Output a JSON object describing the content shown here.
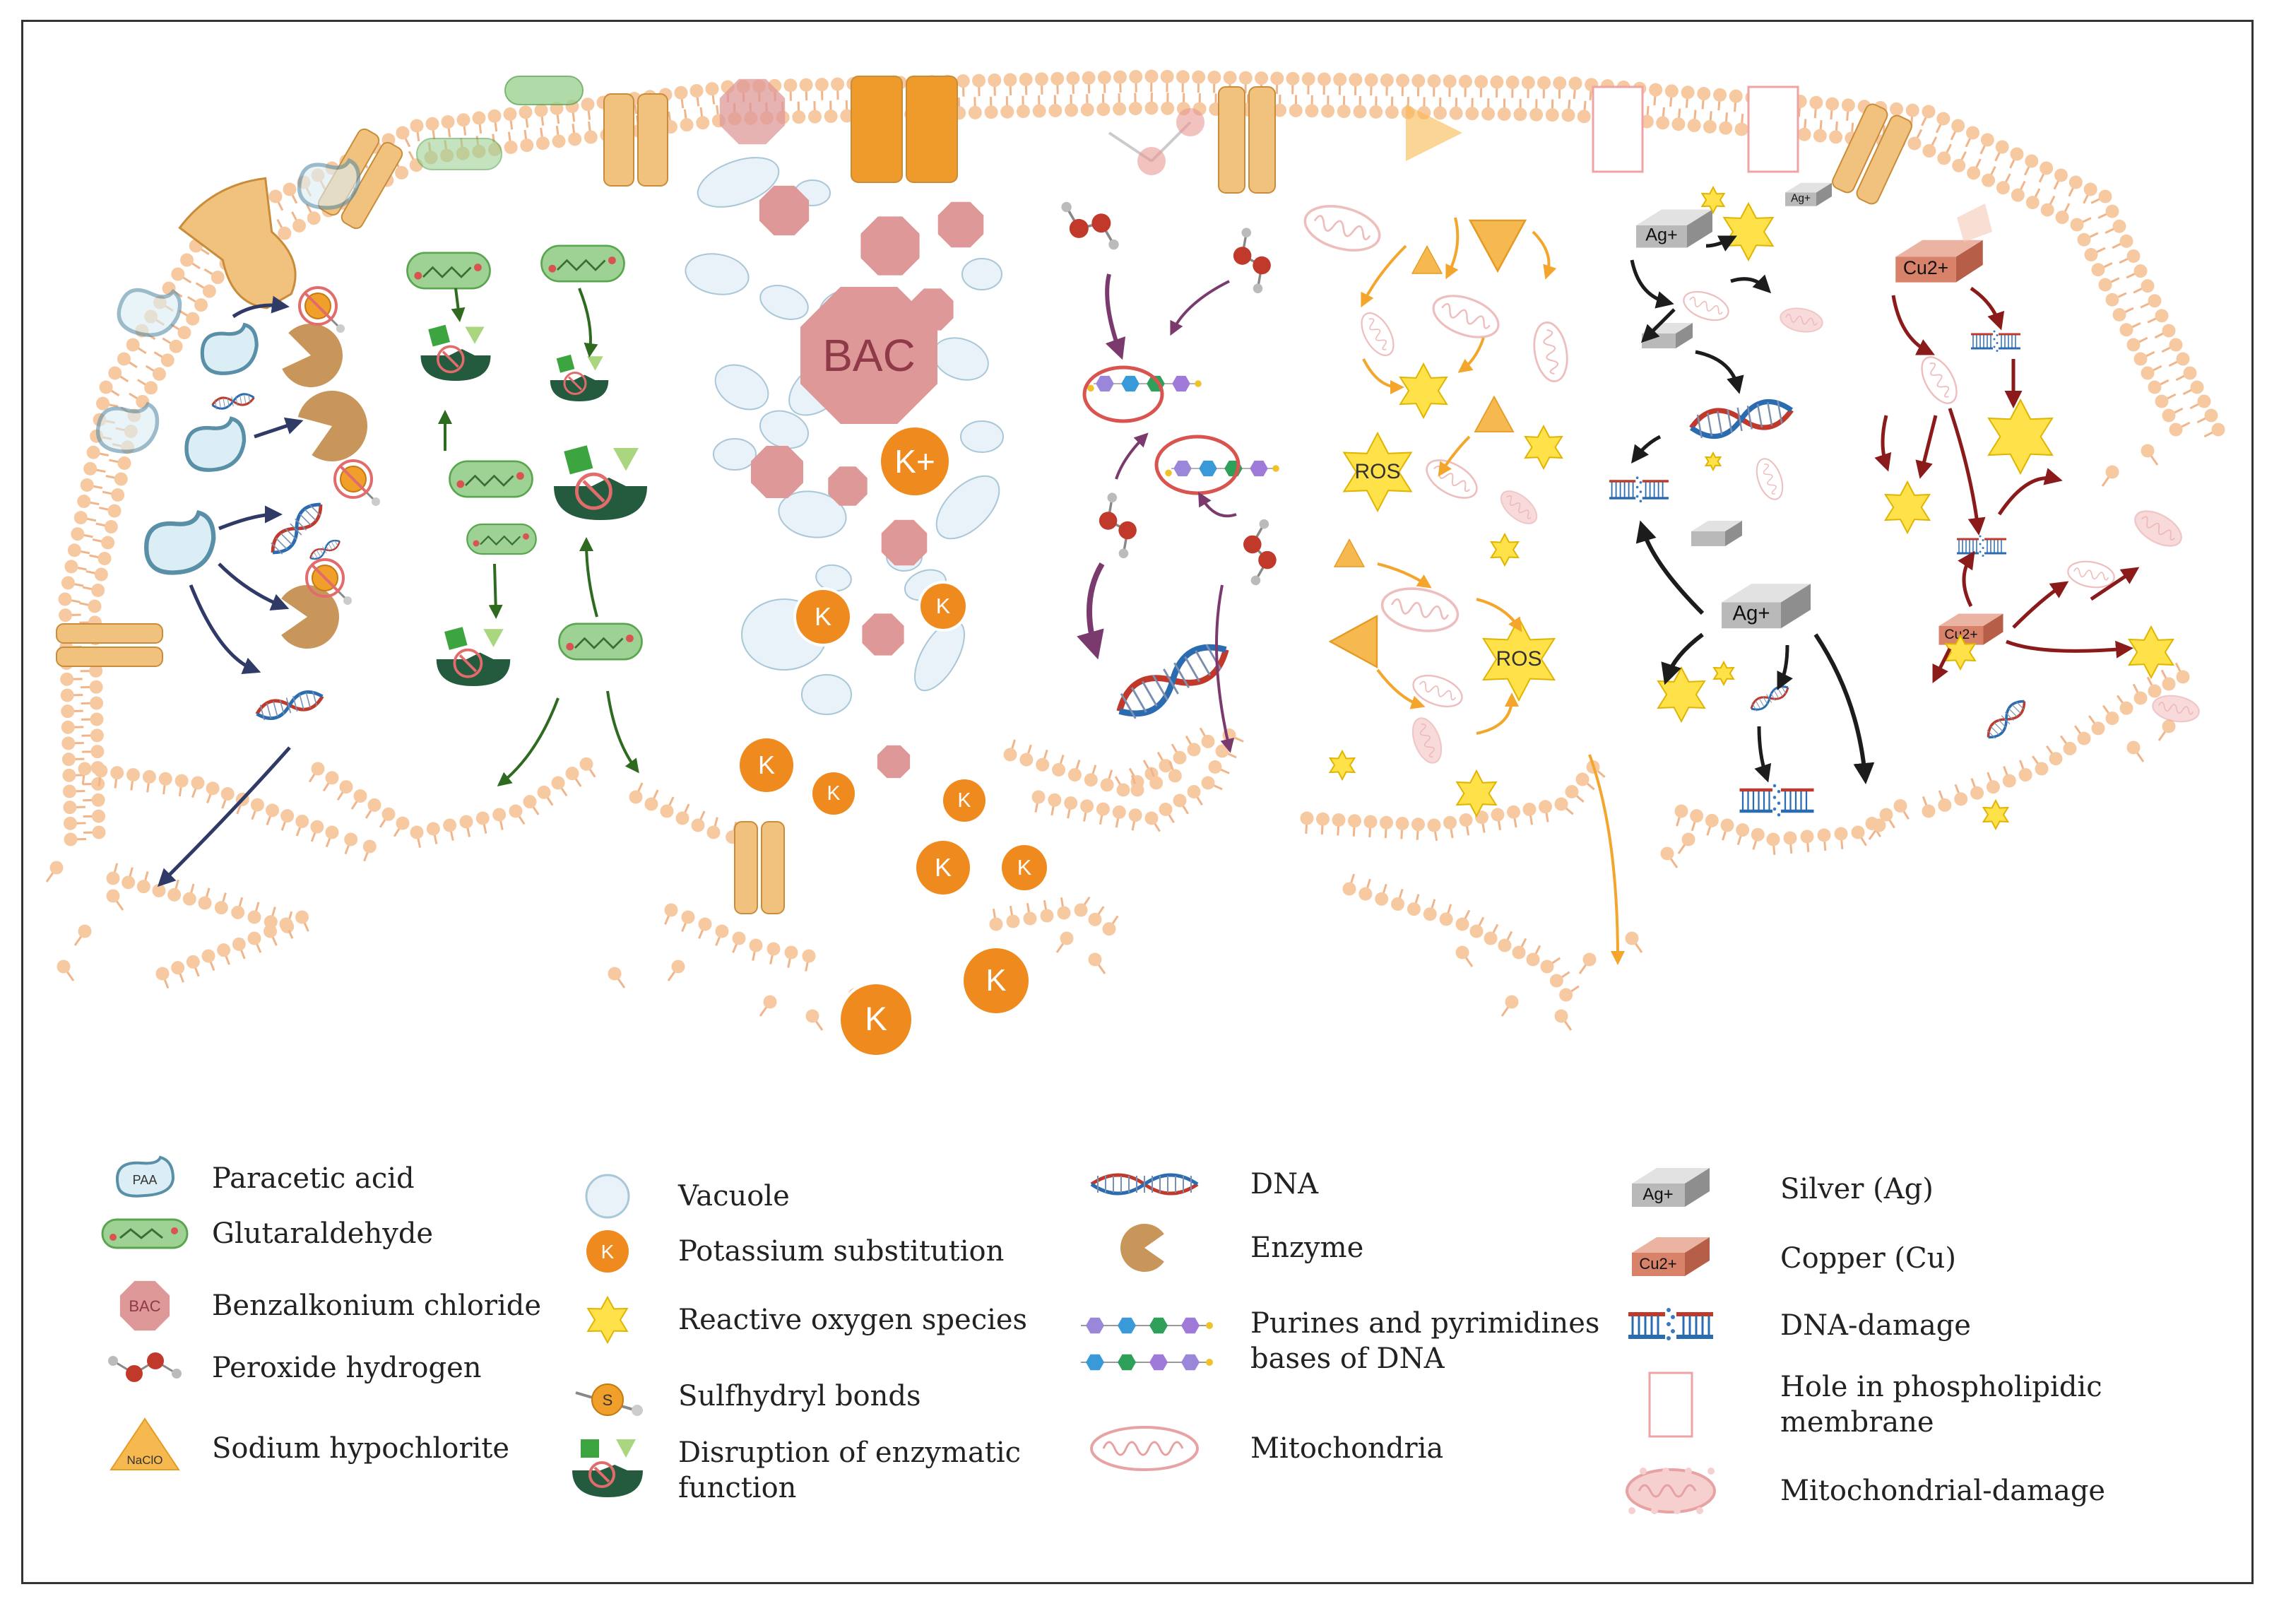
{
  "colors": {
    "membrane": "#f7c9a1",
    "membrane_tail": "#f0b58a",
    "paa_fill": "#dceef5",
    "paa_stroke": "#5a8fa8",
    "glut_fill": "#9ed194",
    "glut_stroke": "#5aa64f",
    "bac_fill": "#df9898",
    "vacuole_fill": "#e8f2f8",
    "potassium": "#ef8a1f",
    "peroxide": "#c0392b",
    "naclo": "#f6b94f",
    "ros": "#ffe24a",
    "enzyme": "#c8955a",
    "enzyme_dark": "#245b3f",
    "silver": "#b9b9b9",
    "copper": "#d9826a",
    "arrow_navy": "#2f3a66",
    "arrow_green": "#2e6a1f",
    "arrow_purple": "#7a3a6d",
    "arrow_orange": "#f3a52c",
    "arrow_black": "#1c1c1c",
    "arrow_red": "#8b1a1a"
  },
  "diagram": {
    "bac_label": "BAC",
    "kplus_label": "K+",
    "k_label": "K",
    "ros_label": "ROS",
    "ag_label": "Ag+",
    "cu_label": "Cu2+",
    "paa_label": "PAA",
    "naclo_label": "NaClO",
    "s_label": "S",
    "enzyme_word": "Enzyme"
  },
  "legend": {
    "col1": [
      {
        "icon": "paa-icon",
        "label": "Paracetic acid"
      },
      {
        "icon": "glutaraldehyde-icon",
        "label": "Glutaraldehyde"
      },
      {
        "icon": "bac-icon",
        "label": "Benzalkonium chloride"
      },
      {
        "icon": "peroxide-icon",
        "label": "Peroxide hydrogen"
      },
      {
        "icon": "naclo-icon",
        "label": "Sodium hypochlorite"
      }
    ],
    "col2": [
      {
        "icon": "vacuole-icon",
        "label": "Vacuole"
      },
      {
        "icon": "potassium-icon",
        "label": "Potassium substitution"
      },
      {
        "icon": "ros-star-icon",
        "label": "Reactive oxygen species"
      },
      {
        "icon": "sulfhydryl-icon",
        "label": "Sulfhydryl bonds"
      },
      {
        "icon": "enzyme-disruption-icon",
        "label": "Disruption of enzymatic\nfunction"
      }
    ],
    "col3": [
      {
        "icon": "dna-icon",
        "label": "DNA"
      },
      {
        "icon": "enzyme-icon",
        "label": "Enzyme"
      },
      {
        "icon": "bases-icon",
        "label": "Purines and pyrimidines\nbases of DNA"
      },
      {
        "icon": "mitochondria-icon",
        "label": "Mitochondria"
      }
    ],
    "col4": [
      {
        "icon": "silver-icon",
        "label": "Silver (Ag)"
      },
      {
        "icon": "copper-icon",
        "label": "Copper (Cu)"
      },
      {
        "icon": "dna-damage-icon",
        "label": "DNA-damage"
      },
      {
        "icon": "membrane-hole-icon",
        "label": "Hole in phospholipidic\nmembrane"
      },
      {
        "icon": "mitochondrial-damage-icon",
        "label": "Mitochondrial-damage"
      }
    ]
  }
}
